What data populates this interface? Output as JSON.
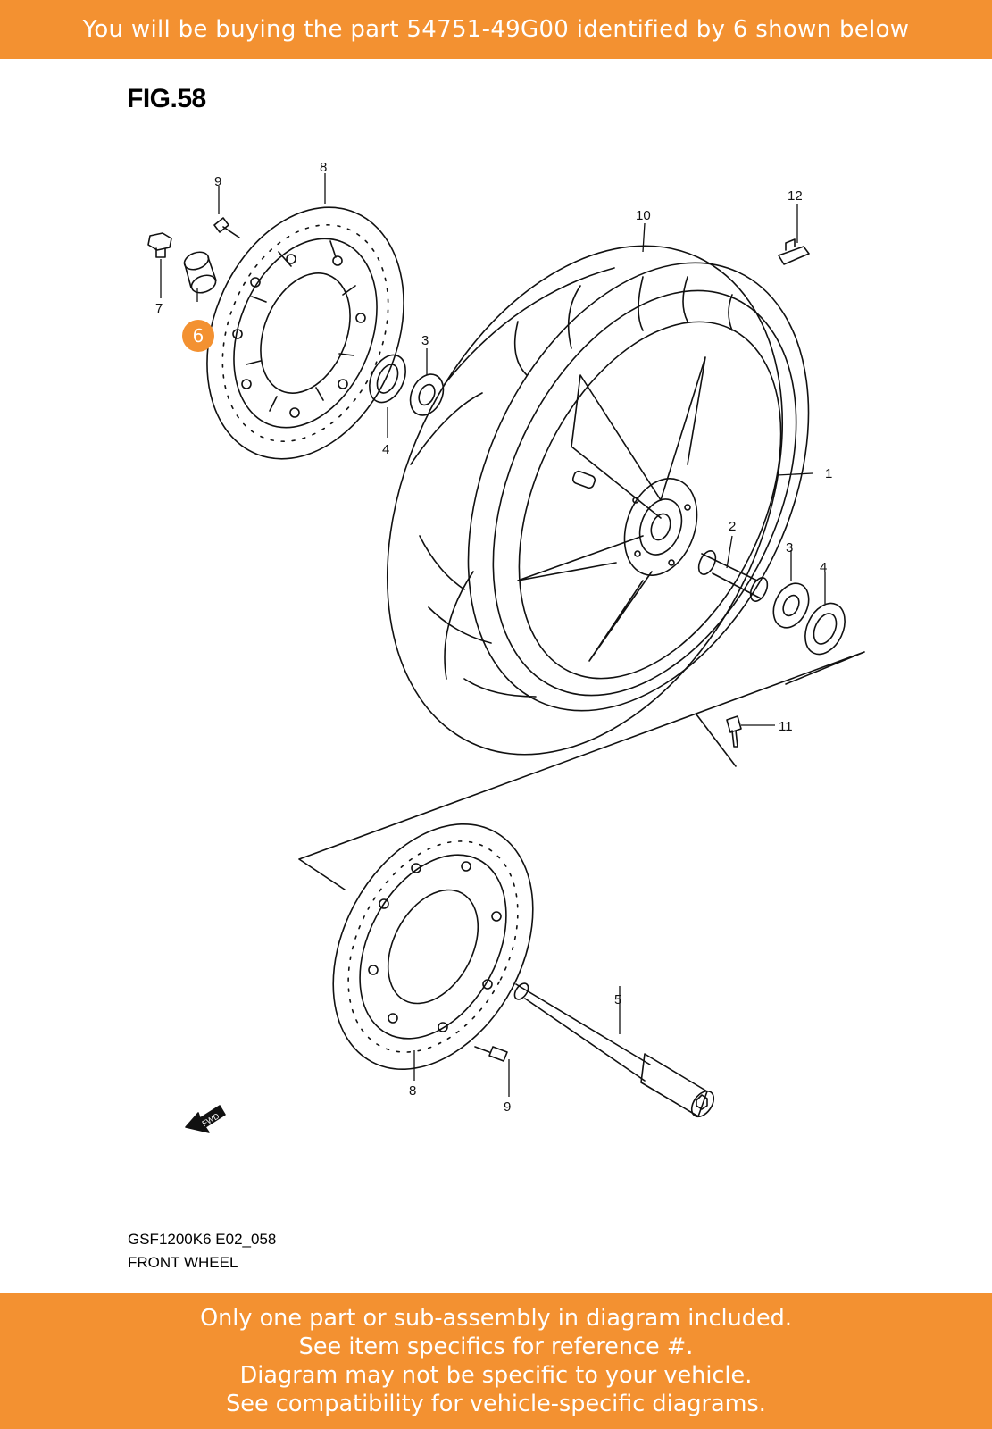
{
  "banner_top": "You will be buying the part 54751-49G00 identified by 6 shown below",
  "figure": "FIG.58",
  "diagram_code": "GSF1200K6 E02_058",
  "diagram_caption": "FRONT WHEEL",
  "fwd_label": "FWD",
  "callouts": {
    "c1": "1",
    "c2": "2",
    "c3a": "3",
    "c3b": "3",
    "c4a": "4",
    "c4b": "4",
    "c5": "5",
    "c6": "6",
    "c7": "7",
    "c8a": "8",
    "c8b": "8",
    "c9a": "9",
    "c9b": "9",
    "c10": "10",
    "c11": "11",
    "c12": "12"
  },
  "highlighted_item": "6",
  "colors": {
    "accent": "#f39131",
    "banner_text": "#ffffff",
    "line": "#111111"
  },
  "banner_bottom": {
    "line1": "Only one part or sub-assembly in diagram included.",
    "line2": "See item specifics for reference #.",
    "line3": "Diagram may not be specific to your vehicle.",
    "line4": "See compatibility for vehicle-specific diagrams."
  }
}
